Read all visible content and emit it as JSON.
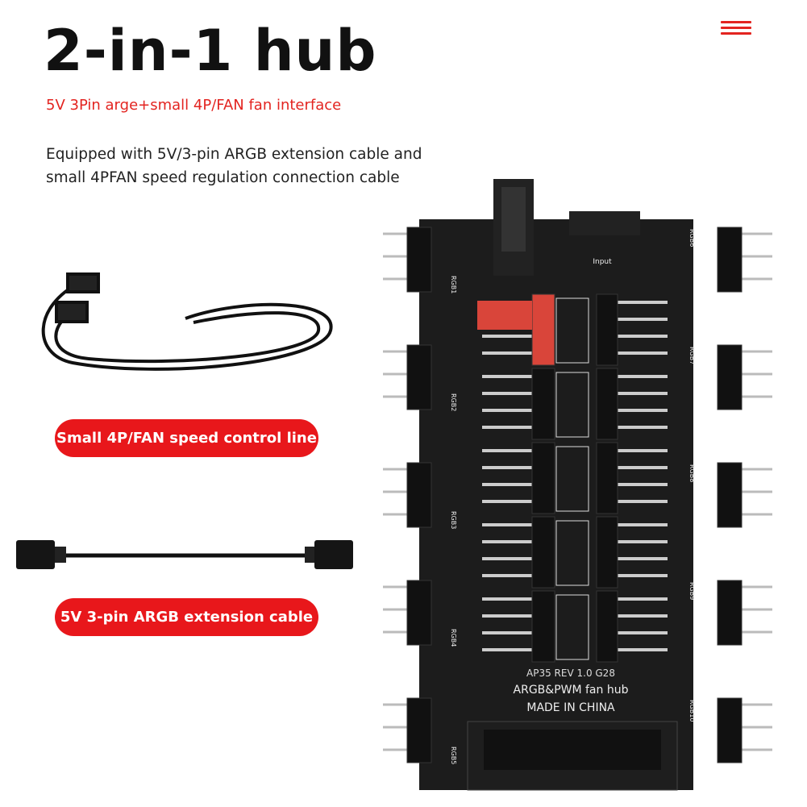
{
  "header": {
    "title": "2-in-1 hub",
    "subtitle": "5V 3Pin arge+small 4P/FAN fan interface",
    "description_lines": [
      "Equipped with 5V/3-pin ARGB extension cable and",
      "small 4PFAN speed regulation connection cable"
    ],
    "menu_icon": "hamburger-menu-icon"
  },
  "labels": {
    "fan_cable": "Small 4P/FAN speed control line",
    "argb_cable": "5V 3-pin ARGB extension cable"
  },
  "board": {
    "silkscreen_lines": [
      "AP35 REV 1.0 G28",
      "ARGB&PWM fan hub",
      "MADE IN CHINA"
    ],
    "input_label": "Input",
    "rgb_ports": [
      "RGB1",
      "RGB2",
      "RGB3",
      "RGB4",
      "RGB5",
      "RGB6",
      "RGB7",
      "RGB8",
      "RGB9",
      "RGB10"
    ]
  },
  "colors": {
    "accent": "#e32420",
    "pill": "#e8171b",
    "pcb": "#1c1c1c"
  }
}
